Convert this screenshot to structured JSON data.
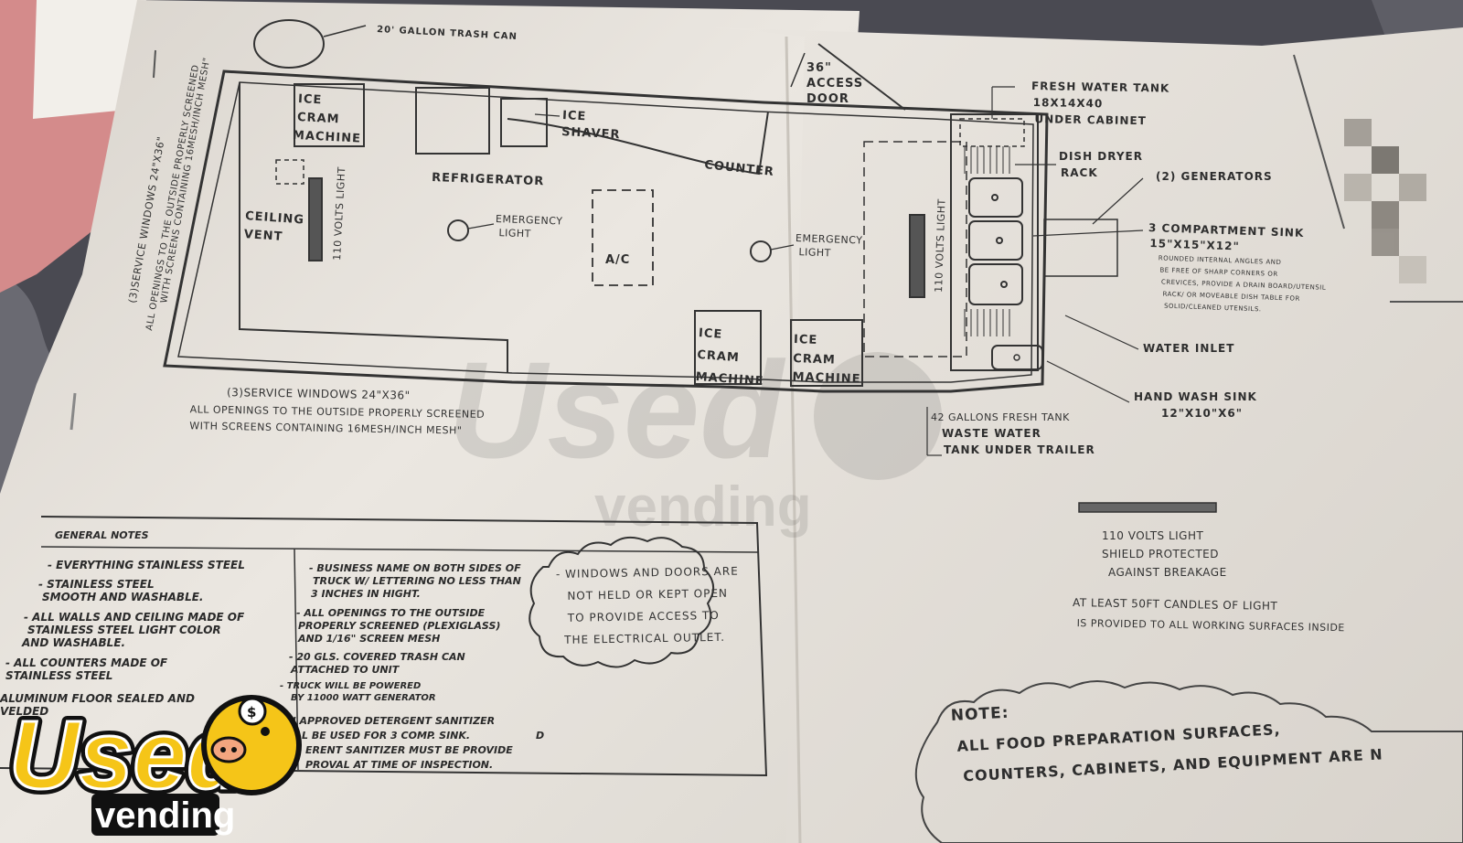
{
  "floorplan": {
    "trash_can": "20' GALLON TRASH CAN",
    "access_door": [
      "36\"",
      "ACCESS",
      "DOOR"
    ],
    "ice_cream_1": [
      "ICE",
      "CRAM",
      "MACHINE"
    ],
    "ice_cream_2": [
      "ICE",
      "CRAM",
      "MACHINE"
    ],
    "ice_cream_3": [
      "ICE",
      "CRAM",
      "MACHINE"
    ],
    "ice_shaver": [
      "ICE",
      "SHAVER"
    ],
    "refrigerator": "REFRIGERATOR",
    "counter": "COUNTER",
    "ceiling_vent": [
      "CEILING",
      "VENT"
    ],
    "light_110_left": "110 VOLTS LIGHT",
    "light_110_right": "110 VOLTS LIGHT",
    "emergency_light_1": [
      "EMERGENCY",
      "LIGHT"
    ],
    "emergency_light_2": [
      "EMERGENCY",
      "LIGHT"
    ],
    "ac": "A/C",
    "fresh_water_tank": [
      "FRESH WATER TANK",
      "18X14X40",
      "UNDER CABINET"
    ],
    "dish_dryer": [
      "DISH DRYER",
      "RACK"
    ],
    "generators": "(2) GENERATORS",
    "compartment_sink": [
      "3 COMPARTMENT SINK",
      "15\"X15\"X12\""
    ],
    "sink_note": [
      "ROUNDED INTERNAL ANGLES AND",
      "BE FREE OF SHARP CORNERS OR",
      "CREVICES, PROVIDE A DRAIN BOARD/UTENSIL",
      "RACK/ OR MOVEABLE DISH TABLE FOR",
      "SOLID/CLEANED UTENSILS."
    ],
    "water_inlet": "WATER INLET",
    "hand_wash_sink": [
      "HAND WASH SINK",
      "12\"X10\"X6\""
    ],
    "fresh_tank": [
      "42 GALLONS FRESH TANK",
      "WASTE WATER",
      "TANK UNDER TRAILER"
    ],
    "service_windows_side": [
      "(3)SERVICE WINDOWS 24\"X36\"",
      "ALL OPENINGS TO THE OUTSIDE PROPERLY SCREENED",
      "WITH SCREENS CONTAINING 16MESH/INCH MESH\""
    ],
    "service_windows_bottom": [
      "(3)SERVICE WINDOWS 24\"X36\"",
      "ALL OPENINGS TO THE OUTSIDE PROPERLY SCREENED",
      "WITH SCREENS CONTAINING 16MESH/INCH MESH\""
    ]
  },
  "legend": {
    "light_caption": [
      "110 VOLTS LIGHT",
      "SHIELD PROTECTED",
      "AGAINST BREAKAGE"
    ],
    "candles": [
      "AT LEAST 50FT CANDLES OF LIGHT",
      "IS PROVIDED TO ALL WORKING SURFACES INSIDE"
    ]
  },
  "general_notes": {
    "title": "GENERAL NOTES",
    "col1": [
      "- EVERYTHING STAINLESS STEEL",
      "- STAINLESS STEEL",
      "SMOOTH AND WASHABLE.",
      "- ALL WALLS AND CEILING MADE OF",
      "STAINLESS STEEL LIGHT COLOR",
      "AND WASHABLE.",
      "- ALL COUNTERS MADE OF",
      "STAINLESS STEEL",
      "ALUMINUM FLOOR SEALED AND",
      "VELDED"
    ],
    "col2": [
      "- BUSINESS NAME ON BOTH SIDES OF",
      "TRUCK W/ LETTERING NO LESS THAN",
      "3 INCHES IN HIGHT.",
      "- ALL OPENINGS TO THE OUTSIDE",
      "PROPERLY SCREENED (PLEXIGLASS)",
      "AND 1/16\" SCREEN MESH",
      "- 20 GLS. COVERED TRASH CAN",
      "ATTACHED TO UNIT",
      "- TRUCK WILL BE POWERED",
      "BY 11000 WATT GENERATOR",
      "AN APPROVED DETERGENT SANITIZER",
      "L BE USED FOR 3 COMP. SINK.",
      "ERENT SANITIZER MUST BE PROVIDE",
      "PROVAL AT TIME OF INSPECTION."
    ],
    "cloud": [
      "- WINDOWS AND DOORS ARE",
      "NOT HELD OR KEPT OPEN",
      "TO PROVIDE ACCESS TO",
      "THE ELECTRICAL OUTLET."
    ],
    "stray_letter": "D"
  },
  "note_cloud": {
    "title": "NOTE:",
    "lines": [
      "ALL FOOD PREPARATION SURFACES,",
      "COUNTERS, CABINETS, AND EQUIPMENT ARE N"
    ]
  },
  "logo": {
    "line1": "Used",
    "line2": "vending"
  },
  "colors": {
    "paper_left": "#ece8e2",
    "paper_right": "#e7e3dd",
    "ink": "#2e2e2e",
    "logo_yellow": "#f5c518",
    "pink_folder": "#d98a8a"
  }
}
